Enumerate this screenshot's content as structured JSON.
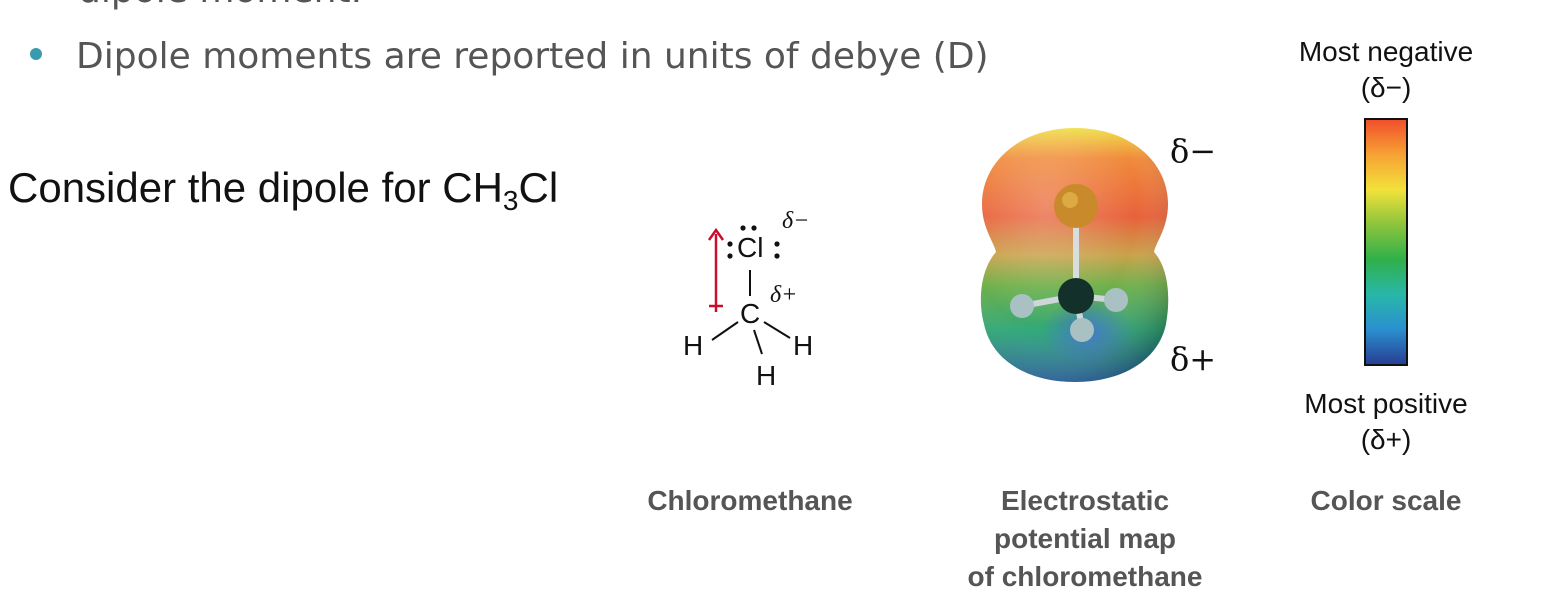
{
  "bullets": {
    "clipped_text": "dipole moment.",
    "units_text": "Dipole moments are reported in units of debye (D)"
  },
  "heading": {
    "prefix": "Consider the dipole for CH",
    "subscript": "3",
    "suffix": "Cl"
  },
  "structure": {
    "atom_cl": "Cl",
    "atom_c": "C",
    "atom_h_left": "H",
    "atom_h_right": "H",
    "atom_h_bottom": "H",
    "partial_neg": "δ−",
    "partial_pos": "δ+",
    "caption": "Chloromethane"
  },
  "esp_map": {
    "partial_neg": "δ−",
    "partial_pos": "δ+",
    "caption_line1": "Electrostatic",
    "caption_line2": "potential map",
    "caption_line3": "of chloromethane"
  },
  "color_scale": {
    "top_label_line1": "Most negative",
    "top_label_line2": "(δ−)",
    "bottom_label_line1": "Most positive",
    "bottom_label_line2": "(δ+)",
    "caption": "Color scale",
    "gradient_colors": [
      "#f0502a",
      "#f7a235",
      "#f2e23a",
      "#8cc43c",
      "#2fb04a",
      "#29b7a8",
      "#2a90d0",
      "#283f94"
    ]
  },
  "colors": {
    "bullet": "#3a9bb0",
    "dipole_arrow": "#c8102e",
    "caption_text": "#555555"
  }
}
